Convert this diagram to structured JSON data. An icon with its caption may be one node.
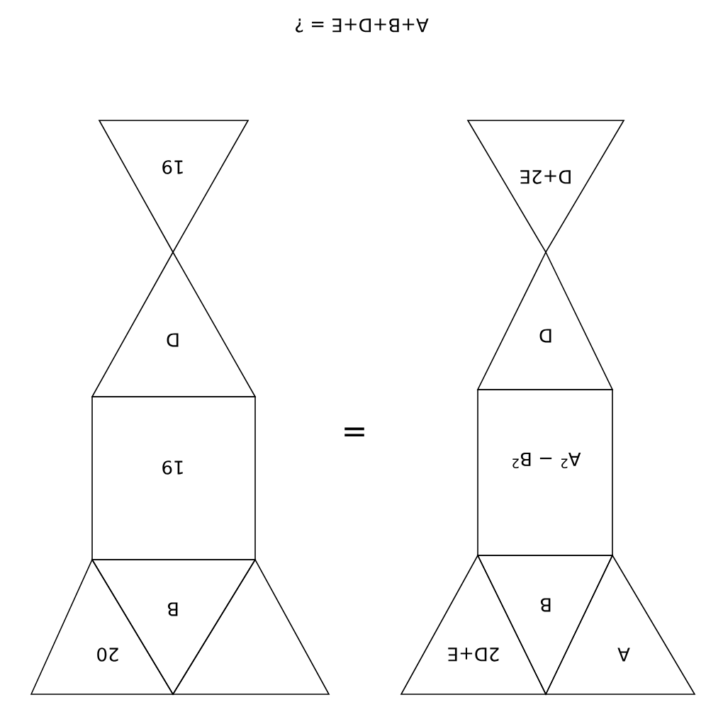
{
  "diagram": {
    "title": "A+B+D+E = ?",
    "nodes": [
      {
        "text": [
          "19"
        ]
      },
      {
        "text": [
          "D+2E"
        ]
      },
      {
        "text": [
          "D"
        ]
      },
      {
        "text": [
          "D"
        ]
      },
      {
        "text": [
          "19"
        ]
      },
      {
        "text": [
          "A$^{2}$ − B$^{2}$"
        ]
      },
      {
        "text": [
          "20"
        ]
      },
      {
        "text": [
          "B"
        ]
      },
      {
        "text": [],
        "shape": "triangle"
      },
      {
        "text": [
          "2D+E"
        ]
      },
      {
        "text": [
          "B"
        ]
      },
      {
        "text": [
          "A"
        ]
      }
    ],
    "labels": [
      "="
    ]
  }
}
